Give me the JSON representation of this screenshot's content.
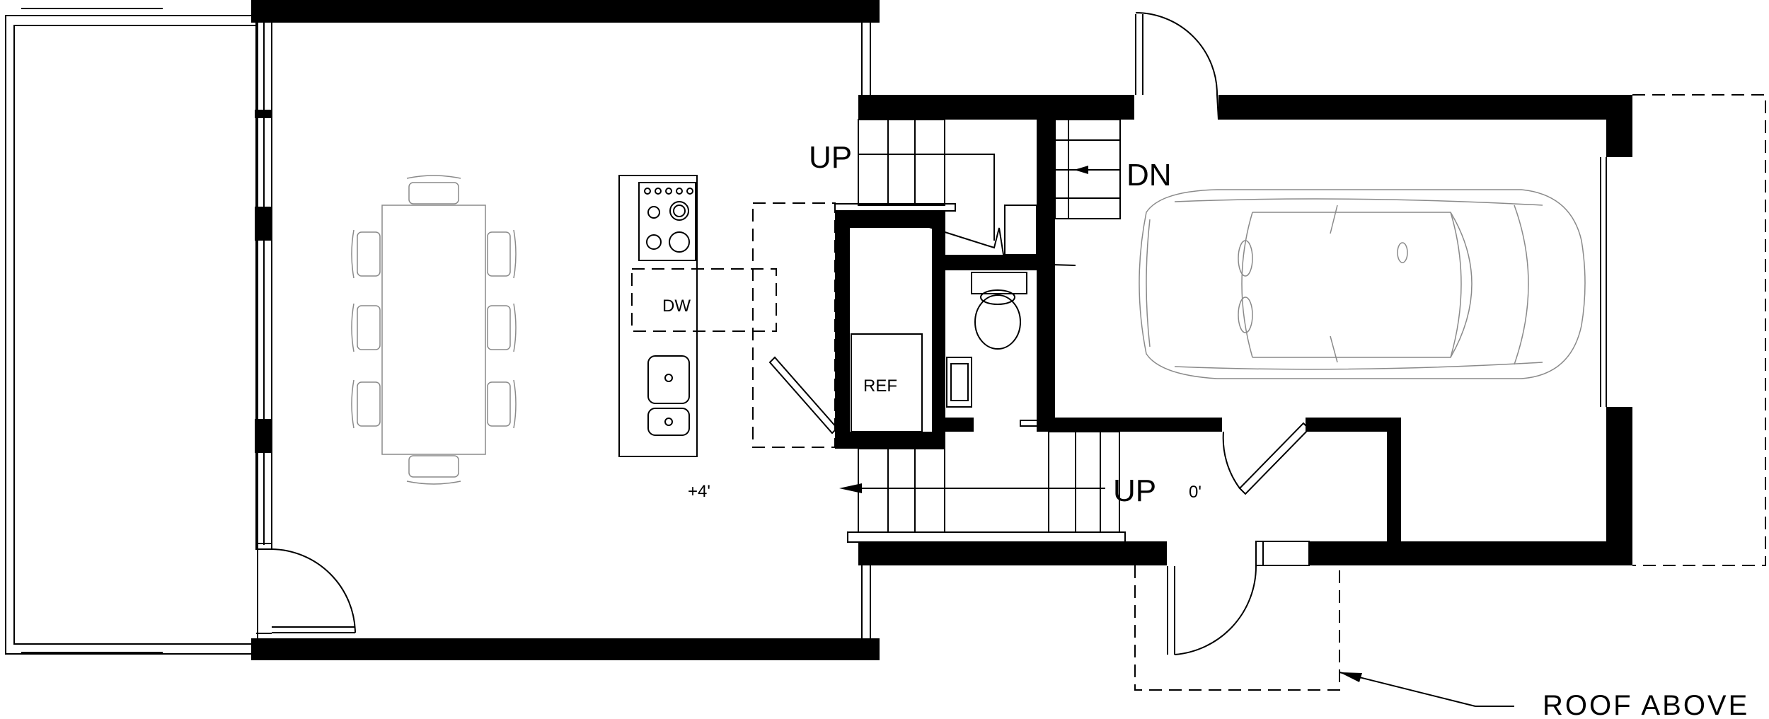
{
  "labels": {
    "up_upper": "UP",
    "dn": "DN",
    "dw": "DW",
    "ref": "REF",
    "elev_main": "+4'",
    "up_lower": "UP",
    "elev_garage": "0'",
    "roof_above": "ROOF ABOVE"
  },
  "counts": {
    "dining_chairs": 8,
    "upper_stair_treads": 4,
    "lower_stair_treads": 4,
    "dn_stair_treads": 4
  },
  "colors": {
    "wall": "#000000",
    "line": "#000000",
    "light_line": "#8a8a8a",
    "background": "#ffffff"
  }
}
